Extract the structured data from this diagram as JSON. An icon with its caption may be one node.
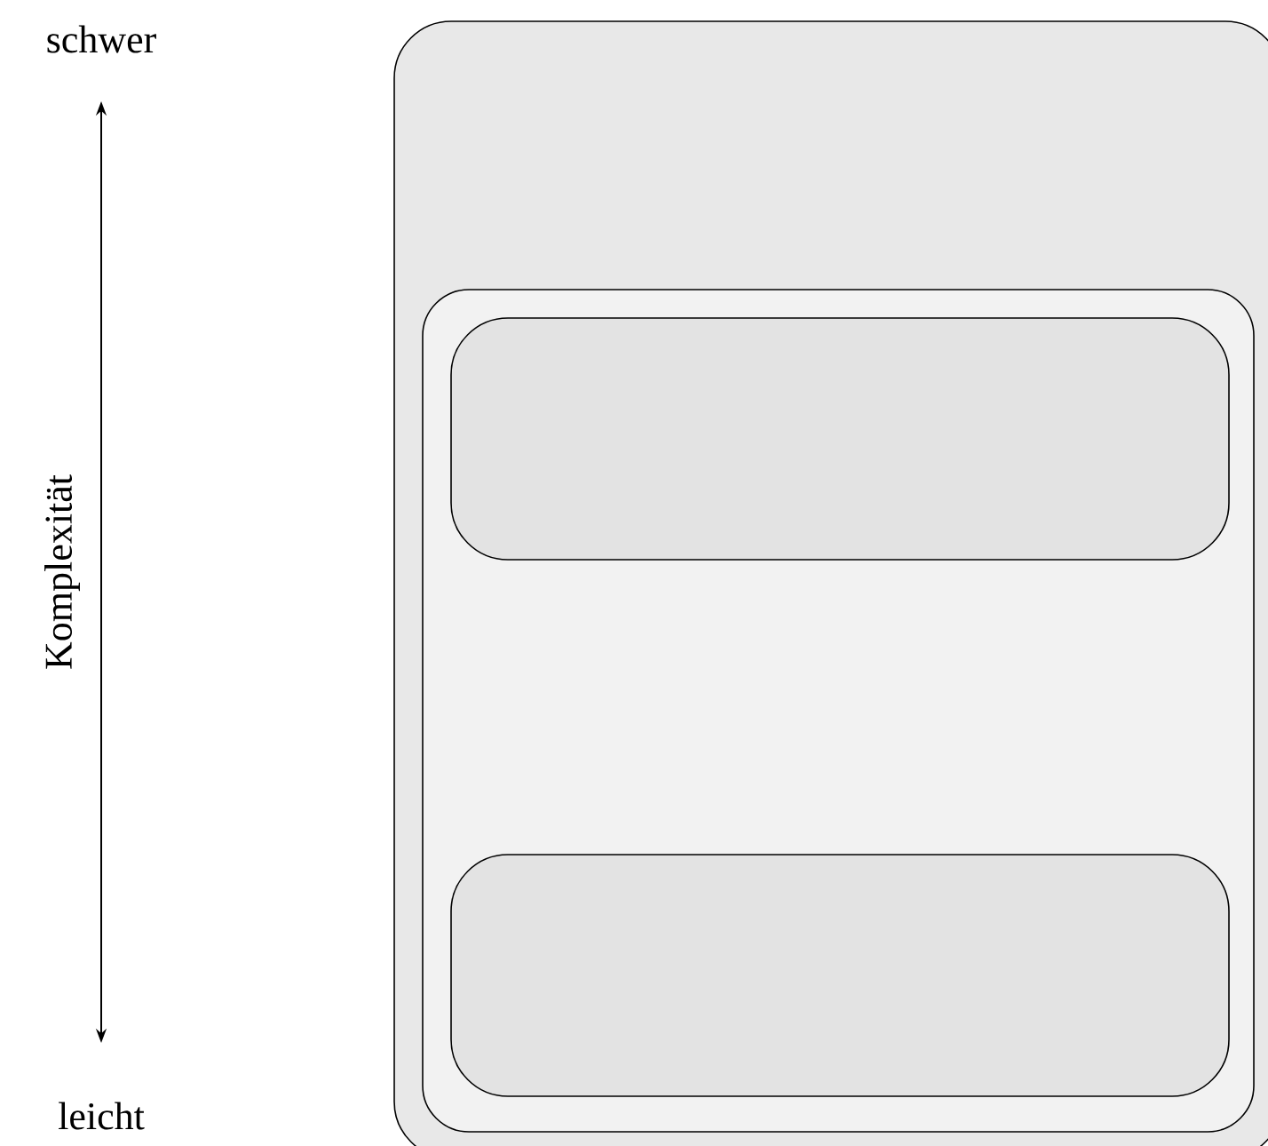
{
  "diagram": {
    "nodes": [
      {
        "text": [],
        "shape": "box"
      },
      {
        "text": [],
        "shape": "box",
        "in": 0
      },
      {
        "text": [],
        "shape": "box",
        "in": 1
      },
      {
        "text": [],
        "shape": "box",
        "in": 1
      }
    ],
    "labels": [
      "schwer",
      "Komplexität",
      "leicht"
    ]
  }
}
